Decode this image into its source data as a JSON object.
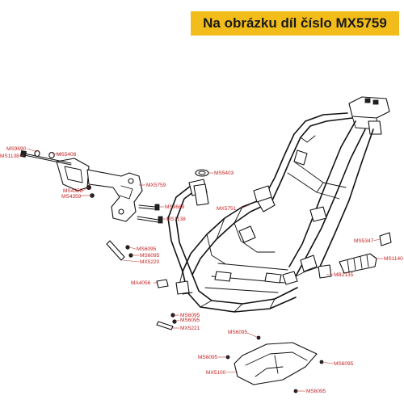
{
  "banner": {
    "text": "Na obrázku díl číslo MX5759"
  },
  "colors": {
    "banner_bg": "#f2bc1b",
    "label": "#c41e1e",
    "line": "#111111"
  },
  "labels": {
    "ms9690": "MS9690",
    "ms5408": "MS5408",
    "ms1138a": "MS1138",
    "ms4358": "MS4358",
    "ms4359": "MS4359",
    "mx5759": "MX5759",
    "ms5403": "MS5403",
    "ms9689": "MS9689",
    "ms1138b": "MS1138",
    "mx5751": "MX5751",
    "ms5347": "MS5347",
    "ms1140": "MS1140",
    "ms6095a": "MS6095",
    "ms6095b": "MS6095",
    "mx5220": "MX5220",
    "ma4056": "MA4056",
    "mb2135": "MB2135",
    "ms6095c": "MS6095",
    "ms6095d": "MS6095",
    "mx5221": "MX5221",
    "ms6095e": "MS6095",
    "ms6095f": "MS6095",
    "ms6095g": "MS6095",
    "mx5100": "MX5100",
    "ms6095h": "MS6095"
  }
}
